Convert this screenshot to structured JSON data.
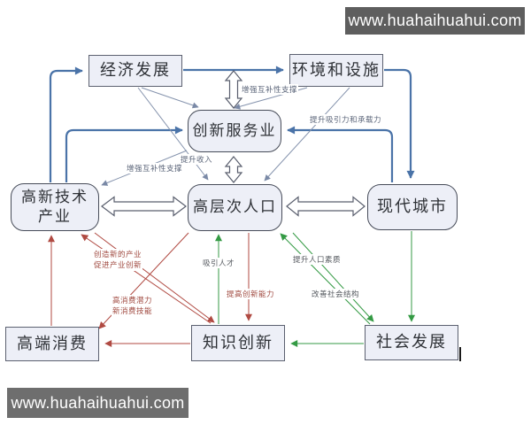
{
  "watermarks": {
    "top": "www.huahaihuahui.com",
    "bottom": "www.huahaihuahui.com"
  },
  "nodes": {
    "economy": {
      "label": "经济发展"
    },
    "environment": {
      "label": "环境和设施"
    },
    "innovation_service": {
      "label": "创新服务业"
    },
    "hightech": {
      "label_line1": "高新技术",
      "label_line2": "产业"
    },
    "population": {
      "label": "高层次人口"
    },
    "modern_city": {
      "label": "现代城市"
    },
    "consumption": {
      "label": "高端消费"
    },
    "knowledge": {
      "label": "知识创新"
    },
    "social": {
      "label": "社会发展"
    }
  },
  "edge_labels": {
    "complement_top": "增强互补性支撑",
    "attract_capacity": "提升吸引力和承载力",
    "raise_income": "提升收入",
    "complement_left": "增强互补性支撑",
    "new_industry_line1": "创造新的产业",
    "new_industry_line2": "促进产业创新",
    "attract_talent": "吸引人才",
    "population_quality": "提升人口素质",
    "innovation_ability": "提高创新能力",
    "social_structure": "改善社会结构",
    "consumption_line1": "高消费潜力",
    "consumption_line2": "新消费技能"
  },
  "colors": {
    "thick_blue": "#4a73a8",
    "thin_blue": "#8593ad",
    "red": "#b04a42",
    "green": "#349a44",
    "node_fill": "#edeff7",
    "node_border": "#5c6170",
    "watermark_top_bg": "#5e5e5e",
    "watermark_bottom_bg": "#6e6e6e"
  }
}
